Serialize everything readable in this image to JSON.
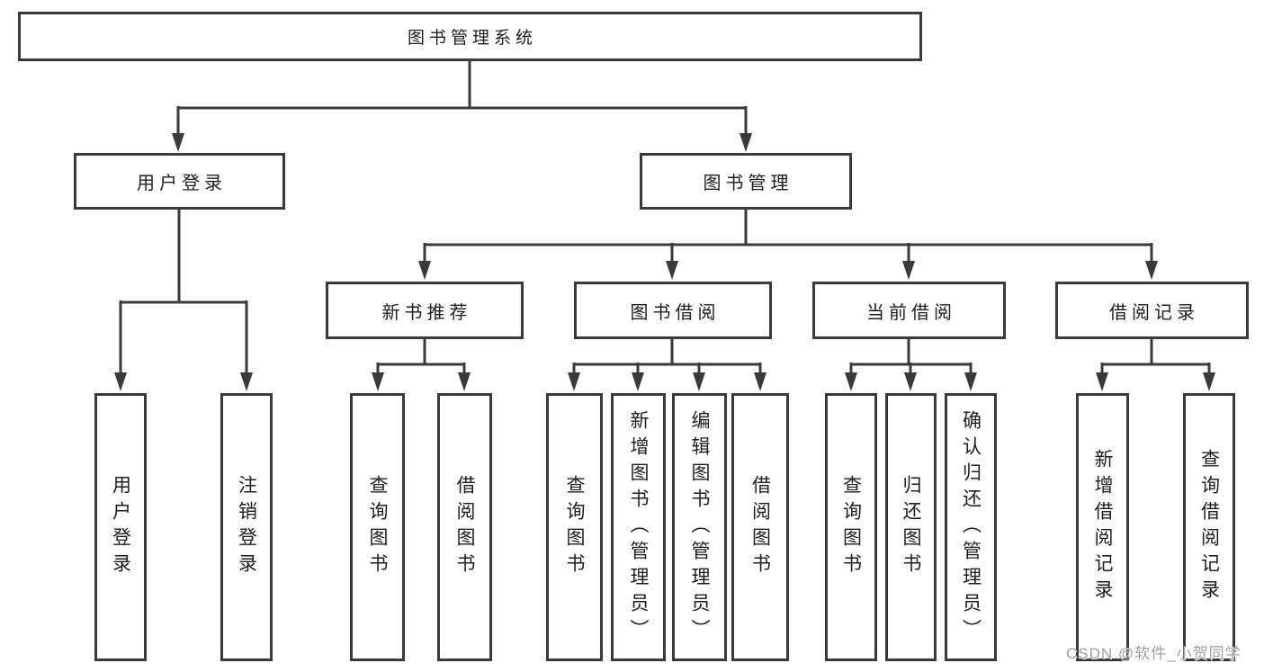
{
  "diagram": {
    "title": "图书管理系统",
    "tree": {
      "label": "图书管理系统",
      "children": [
        {
          "label": "用户登录",
          "children": [
            {
              "label": "用户登录"
            },
            {
              "label": "注销登录"
            }
          ]
        },
        {
          "label": "图书管理",
          "children": [
            {
              "label": "新书推荐",
              "children": [
                {
                  "label": "查询图书"
                },
                {
                  "label": "借阅图书"
                }
              ]
            },
            {
              "label": "图书借阅",
              "children": [
                {
                  "label": "查询图书"
                },
                {
                  "label": "新增图书（管理员）"
                },
                {
                  "label": "编辑图书（管理员）"
                },
                {
                  "label": "借阅图书"
                }
              ]
            },
            {
              "label": "当前借阅",
              "children": [
                {
                  "label": "查询图书"
                },
                {
                  "label": "归还图书"
                },
                {
                  "label": "确认归还（管理员）"
                }
              ]
            },
            {
              "label": "借阅记录",
              "children": [
                {
                  "label": "新增借阅记录"
                },
                {
                  "label": "查询借阅记录"
                }
              ]
            }
          ]
        }
      ]
    },
    "watermark": "CSDN @软件_小贺同学",
    "colors": {
      "line": "#3a3a3a",
      "box_border": "#3a3a3a",
      "text": "#1e1e1e",
      "watermark": "#9f9f9f",
      "background": "#ffffff"
    }
  }
}
